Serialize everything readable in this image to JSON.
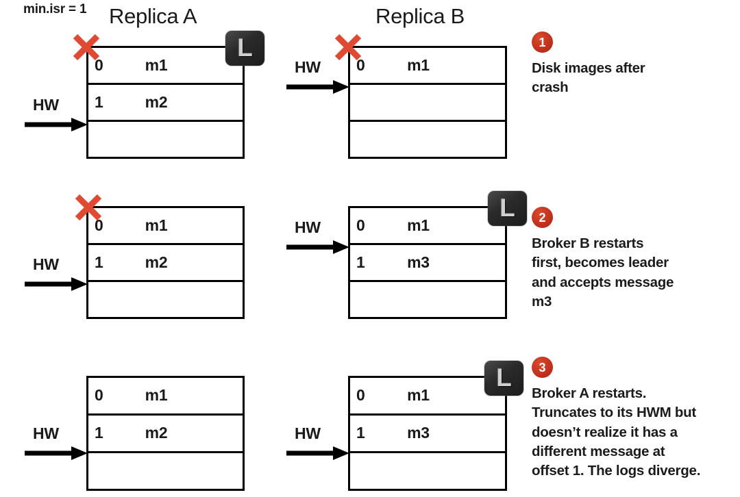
{
  "diagram": {
    "title_note": "min.isr = 1",
    "columns": [
      {
        "id": "a",
        "label": "Replica A"
      },
      {
        "id": "b",
        "label": "Replica B"
      }
    ],
    "hw_label": "HW",
    "leader_badge_letter": "L",
    "colors": {
      "accent_red": "#c5311d",
      "x_mark_red": "#e04a33",
      "line_black": "#000000",
      "leader_dark": "#2a2a2a",
      "background": "#ffffff"
    },
    "rows": [
      {
        "step": "1",
        "note": "Disk images after\ncrash",
        "replica_a": {
          "crashed": true,
          "leader": true,
          "hw_after_offset": 1,
          "entries": [
            {
              "offset": "0",
              "message": "m1"
            },
            {
              "offset": "1",
              "message": "m2"
            },
            {
              "offset": "",
              "message": ""
            }
          ]
        },
        "replica_b": {
          "crashed": true,
          "leader": false,
          "hw_after_offset": 0,
          "entries": [
            {
              "offset": "0",
              "message": "m1"
            },
            {
              "offset": "",
              "message": ""
            },
            {
              "offset": "",
              "message": ""
            }
          ]
        }
      },
      {
        "step": "2",
        "note": "Broker B restarts\nfirst, becomes leader\nand accepts message\nm3",
        "replica_a": {
          "crashed": true,
          "leader": false,
          "hw_after_offset": 1,
          "entries": [
            {
              "offset": "0",
              "message": "m1"
            },
            {
              "offset": "1",
              "message": "m2"
            },
            {
              "offset": "",
              "message": ""
            }
          ]
        },
        "replica_b": {
          "crashed": false,
          "leader": true,
          "hw_after_offset": 0,
          "entries": [
            {
              "offset": "0",
              "message": "m1"
            },
            {
              "offset": "1",
              "message": "m3"
            },
            {
              "offset": "",
              "message": ""
            }
          ]
        }
      },
      {
        "step": "3",
        "note": "Broker A restarts.\nTruncates to its HWM but\ndoesn’t realize it has a\ndifferent message at\noffset 1. The logs diverge.",
        "replica_a": {
          "crashed": false,
          "leader": false,
          "hw_after_offset": 1,
          "entries": [
            {
              "offset": "0",
              "message": "m1"
            },
            {
              "offset": "1",
              "message": "m2"
            },
            {
              "offset": "",
              "message": ""
            }
          ]
        },
        "replica_b": {
          "crashed": false,
          "leader": true,
          "hw_after_offset": 1,
          "entries": [
            {
              "offset": "0",
              "message": "m1"
            },
            {
              "offset": "1",
              "message": "m3"
            },
            {
              "offset": "",
              "message": ""
            }
          ]
        }
      }
    ]
  }
}
